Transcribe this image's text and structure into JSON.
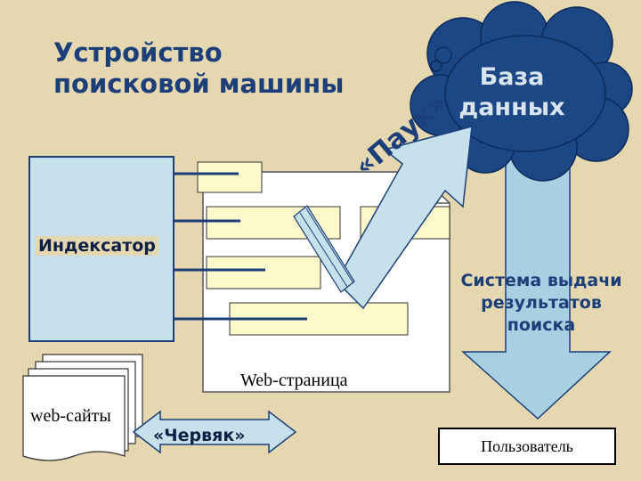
{
  "title": {
    "line1": "Устройство",
    "line2": "поисковой машины"
  },
  "database": {
    "line1": "База",
    "line2": "данных"
  },
  "spider_label": "«Паук»",
  "indexer_label": "Индексатор",
  "search_system": {
    "line1": "Система выдачи",
    "line2": "результатов",
    "line3": "поиска"
  },
  "web_page_label": "Web-страница",
  "web_sites_label": "web-сайты",
  "worm_label": "«Червяк»",
  "user_label": "Пользователь",
  "colors": {
    "background": "#e5d7b0",
    "title_text": "#1c3f7a",
    "cloud_fill": "#1c4785",
    "box_fill": "#c6e0ec",
    "page_fill": "#ffffff",
    "block_fill": "#fffacc"
  }
}
